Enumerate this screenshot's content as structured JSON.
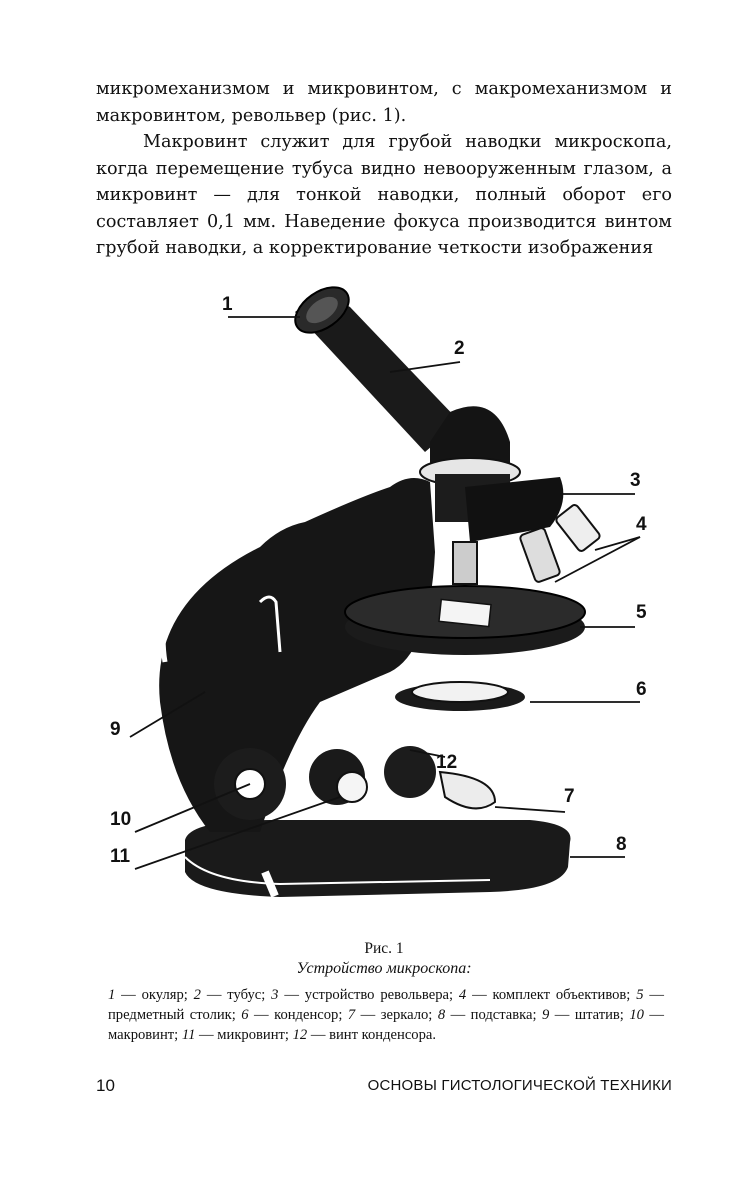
{
  "body": {
    "paragraph1": "микромеханизмом и микровинтом, с макромеханизмом и макровинтом, револьвер (рис. 1).",
    "paragraph2": "Макровинт служит для грубой наводки микроскопа, когда перемещение тубуса видно невооруженным глазом, а микровинт — для тонкой наводки, полный оборот его составляет 0,1 мм. Наведение фокуса производится винтом грубой наводки, а корректирование четкости изображения"
  },
  "figure": {
    "labels": [
      "1",
      "2",
      "3",
      "4",
      "5",
      "6",
      "7",
      "8",
      "9",
      "10",
      "11",
      "12"
    ],
    "caption_label": "Рис. 1",
    "caption_title": "Устройство микроскопа:",
    "legend": [
      {
        "num": "1",
        "text": " — окуляр; "
      },
      {
        "num": "2",
        "text": " — тубус; "
      },
      {
        "num": "3",
        "text": " — устройство револьвера; "
      },
      {
        "num": "4",
        "text": " — комплект объективов; "
      },
      {
        "num": "5",
        "text": " — предметный столик; "
      },
      {
        "num": "6",
        "text": " — конденсор; "
      },
      {
        "num": "7",
        "text": " — зеркало; "
      },
      {
        "num": "8",
        "text": " — подставка; "
      },
      {
        "num": "9",
        "text": " — штатив; "
      },
      {
        "num": "10",
        "text": " — макровинт; "
      },
      {
        "num": "11",
        "text": " — микровинт; "
      },
      {
        "num": "12",
        "text": " — винт конденсора."
      }
    ]
  },
  "footer": {
    "page_number": "10",
    "running_head": "ОСНОВЫ ГИСТОЛОГИЧЕСКОЙ ТЕХНИКИ"
  }
}
